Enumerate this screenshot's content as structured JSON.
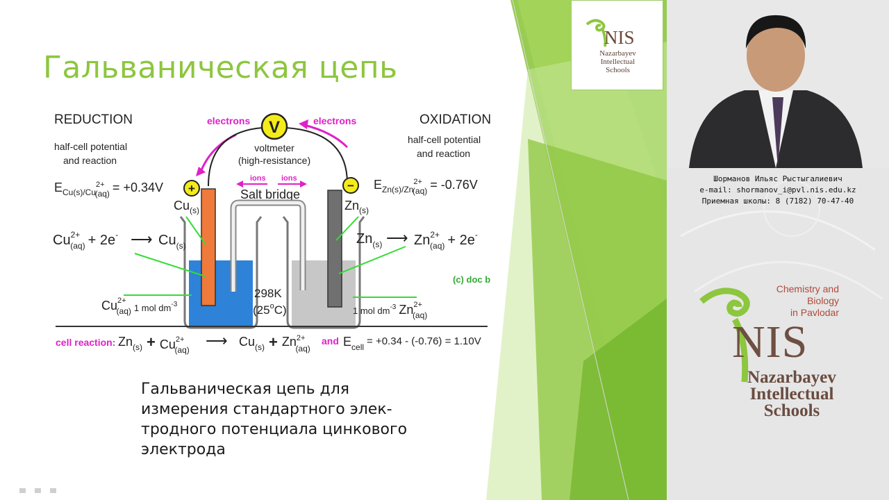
{
  "slide": {
    "title": "Гальваническая цепь",
    "caption_lines": [
      "Гальваническая цепь для",
      "измерения стандартного элек-",
      "тродного потенциала цинкового",
      "электрода"
    ],
    "colors": {
      "title": "#8dc63f",
      "accent_green": "#8dc63f",
      "magenta": "#e020c8"
    }
  },
  "diagram": {
    "reduction_title": "REDUCTION",
    "reduction_sub1": "half-cell potential",
    "reduction_sub2": "and reaction",
    "oxidation_title": "OXIDATION",
    "oxidation_sub1": "half-cell potential",
    "oxidation_sub2": "and reaction",
    "electrons_left": "electrons",
    "electrons_right": "electrons",
    "voltmeter_symbol": "V",
    "voltmeter_label1": "voltmeter",
    "voltmeter_label2": "(high-resistance)",
    "ions_left": "ions",
    "ions_right": "ions",
    "salt_bridge": "Salt bridge",
    "plus_sign": "+",
    "minus_sign": "−",
    "e_cu": "E",
    "e_cu_sub": "Cu(s)/Cu",
    "e_cu_sup": "2+",
    "e_cu_sub2": "(aq)",
    "e_cu_val": "= +0.34V",
    "e_zn": "E",
    "e_zn_sub": "Zn(s)/Zn",
    "e_zn_sup": "2+",
    "e_zn_sub2": "(aq)",
    "e_zn_val": "= -0.76V",
    "cu_electrode": "Cu",
    "cu_electrode_sub": "(s)",
    "zn_electrode": "Zn",
    "zn_electrode_sub": "(s)",
    "left_rxn_cu": "Cu",
    "left_rxn_sup": "2+",
    "left_rxn_sub": "(aq)",
    "left_rxn_plus": "+ 2e",
    "left_rxn_e_sup": "-",
    "left_rxn_prod": "Cu",
    "left_rxn_prod_sub": "(s)",
    "right_rxn_zn": "Zn",
    "right_rxn_zn_sub": "(s)",
    "right_rxn_prod": "Zn",
    "right_rxn_prod_sup": "2+",
    "right_rxn_prod_sub": "(aq)",
    "right_rxn_plus": "+ 2e",
    "right_rxn_e_sup": "-",
    "temp1": "298K",
    "temp2": "(25",
    "temp2_sup": "o",
    "temp2_end": "C)",
    "doc": "(c) doc b",
    "cu_conc": "Cu",
    "cu_conc_sup": "2+",
    "cu_conc_sub": "(aq)",
    "cu_conc_val": "1 mol dm",
    "cu_conc_exp": "-3",
    "zn_conc_val": "1 mol dm",
    "zn_conc_exp": "-3",
    "zn_conc": "Zn",
    "zn_conc_sup": "2+",
    "zn_conc_sub": "(aq)",
    "cell_label": "cell reaction:",
    "cell_zn": "Zn",
    "cell_zn_sub": "(s)",
    "cell_plus1": "+",
    "cell_cu": "Cu",
    "cell_cu_sup": "2+",
    "cell_cu_sub": "(aq)",
    "cell_cu_prod": "Cu",
    "cell_cu_prod_sub": "(s)",
    "cell_plus2": "+",
    "cell_zn_prod": "Zn",
    "cell_zn_prod_sup": "2+",
    "cell_zn_prod_sub": "(aq)",
    "cell_and": "and",
    "cell_e": "E",
    "cell_e_sub": "cell",
    "cell_e_val": "= +0.34 - (-0.76) = 1.10V"
  },
  "logo_small": {
    "word": "NIS",
    "sub": [
      "Nazarbayev",
      "Intellectual",
      "Schools"
    ]
  },
  "presenter": {
    "name": "Шорманов Ильяс Рыстыгалиевич",
    "email": "e-mail: shormanov_i@pvl.nis.edu.kz",
    "phone": "Приемная школы: 8 (7182) 70-47-40"
  },
  "logo_big": {
    "chem": [
      "Chemistry and",
      "Biology",
      "in Pavlodar"
    ],
    "word": "NIS",
    "sub": [
      "Nazarbayev",
      "Intellectual",
      "Schools"
    ]
  }
}
